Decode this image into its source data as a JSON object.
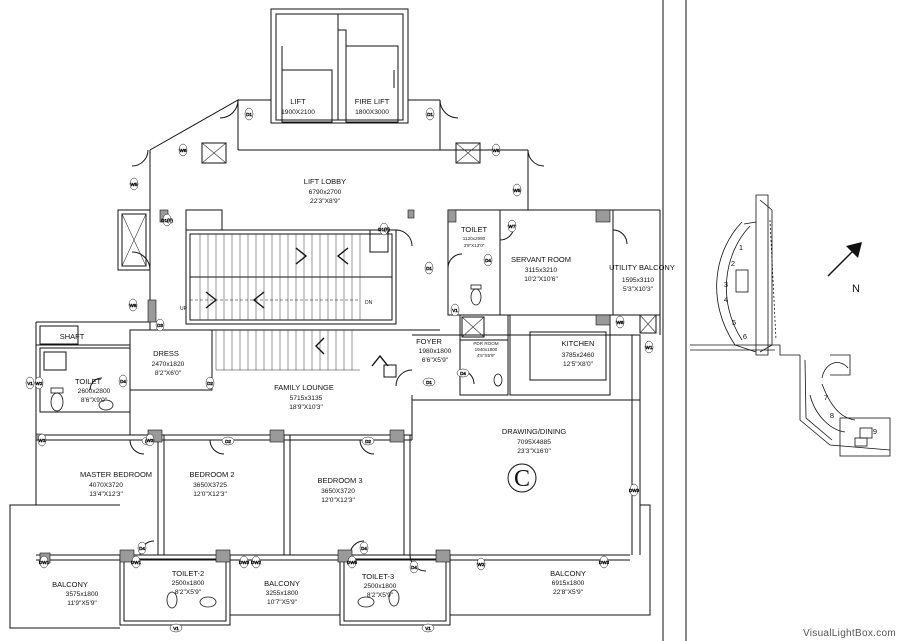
{
  "rooms": [
    {
      "id": "lift",
      "name": "LIFT",
      "dim1": "1900X2100",
      "dim2": ""
    },
    {
      "id": "fire-lift",
      "name": "FIRE LIFT",
      "dim1": "1800X3000",
      "dim2": ""
    },
    {
      "id": "lift-lobby",
      "name": "LIFT LOBBY",
      "dim1": "6790x2700",
      "dim2": "22'3\"X8'9\""
    },
    {
      "id": "toilet-servant",
      "name": "TOILET",
      "dim1": "1120x2980",
      "dim2": "3'9\"X13'0\""
    },
    {
      "id": "servant-room",
      "name": "SERVANT ROOM",
      "dim1": "3115x3210",
      "dim2": "10'2\"X10'6\""
    },
    {
      "id": "utility-balcony",
      "name": "UTILITY BALCONY",
      "dim1": "1595x3110",
      "dim2": "5'3\"X10'3\""
    },
    {
      "id": "shaft",
      "name": "SHAFT",
      "dim1": "",
      "dim2": ""
    },
    {
      "id": "dress",
      "name": "DRESS",
      "dim1": "2470x1820",
      "dim2": "8'2\"X6'0\""
    },
    {
      "id": "foyer",
      "name": "FOYER",
      "dim1": "1980x1800",
      "dim2": "6'6\"X5'9\""
    },
    {
      "id": "pdr",
      "name": "PDR ROOM",
      "dim1": "1940x1800",
      "dim2": "4'5\"X5'9\""
    },
    {
      "id": "kitchen",
      "name": "KITCHEN",
      "dim1": "3785x2460",
      "dim2": "12'5\"X8'0\""
    },
    {
      "id": "toilet-master",
      "name": "TOILET",
      "dim1": "2600x2800",
      "dim2": "8'6\"X9'0\""
    },
    {
      "id": "family-lounge",
      "name": "FAMILY LOUNGE",
      "dim1": "5715x3135",
      "dim2": "18'9\"X10'3\""
    },
    {
      "id": "drawing-dining",
      "name": "DRAWING/DINING",
      "dim1": "7095X4885",
      "dim2": "23'3\"X16'0\""
    },
    {
      "id": "master-bedroom",
      "name": "MASTER BEDROOM",
      "dim1": "4070X3720",
      "dim2": "13'4\"X12'3\""
    },
    {
      "id": "bedroom-2",
      "name": "BEDROOM 2",
      "dim1": "3650X3725",
      "dim2": "12'0\"X12'3\""
    },
    {
      "id": "bedroom-3",
      "name": "BEDROOM 3",
      "dim1": "3650X3720",
      "dim2": "12'0\"X12'3\""
    },
    {
      "id": "balcony-1",
      "name": "BALCONY",
      "dim1": "3575x1800",
      "dim2": "11'9\"X5'9\""
    },
    {
      "id": "toilet-2",
      "name": "TOILET-2",
      "dim1": "2500x1800",
      "dim2": "8'2\"X5'9\""
    },
    {
      "id": "balcony-2",
      "name": "BALCONY",
      "dim1": "3255x1800",
      "dim2": "10'7\"X5'9\""
    },
    {
      "id": "toilet-3",
      "name": "TOILET-3",
      "dim1": "2500x1800",
      "dim2": "8'2\"X5'9\""
    },
    {
      "id": "balcony-3",
      "name": "BALCONY",
      "dim1": "6915x1800",
      "dim2": "22'8\"X5'9\""
    }
  ],
  "stair": {
    "up_label": "UP",
    "dn_label": "DN"
  },
  "unit_letter": "C",
  "key_plan": {
    "tower_numbers": [
      "1",
      "2",
      "3",
      "4",
      "5",
      "6",
      "7",
      "8",
      "9"
    ],
    "north_label": "N"
  },
  "door_tags": [
    "D1",
    "D1",
    "D1(F)",
    "D1(F)",
    "D1",
    "D1",
    "D2",
    "D2",
    "D2",
    "D2",
    "D3",
    "D4",
    "D4",
    "D4",
    "D4",
    "D4",
    "D4",
    "W1",
    "W2",
    "W2",
    "W3",
    "W3",
    "W5",
    "W5",
    "W6",
    "W6",
    "W6",
    "W7",
    "W8",
    "V1",
    "V1",
    "V1",
    "V1",
    "DW1",
    "DW1",
    "DW2",
    "DW3",
    "DW3",
    "DW3",
    "DW5"
  ],
  "watermark": "VisualLightBox.com"
}
